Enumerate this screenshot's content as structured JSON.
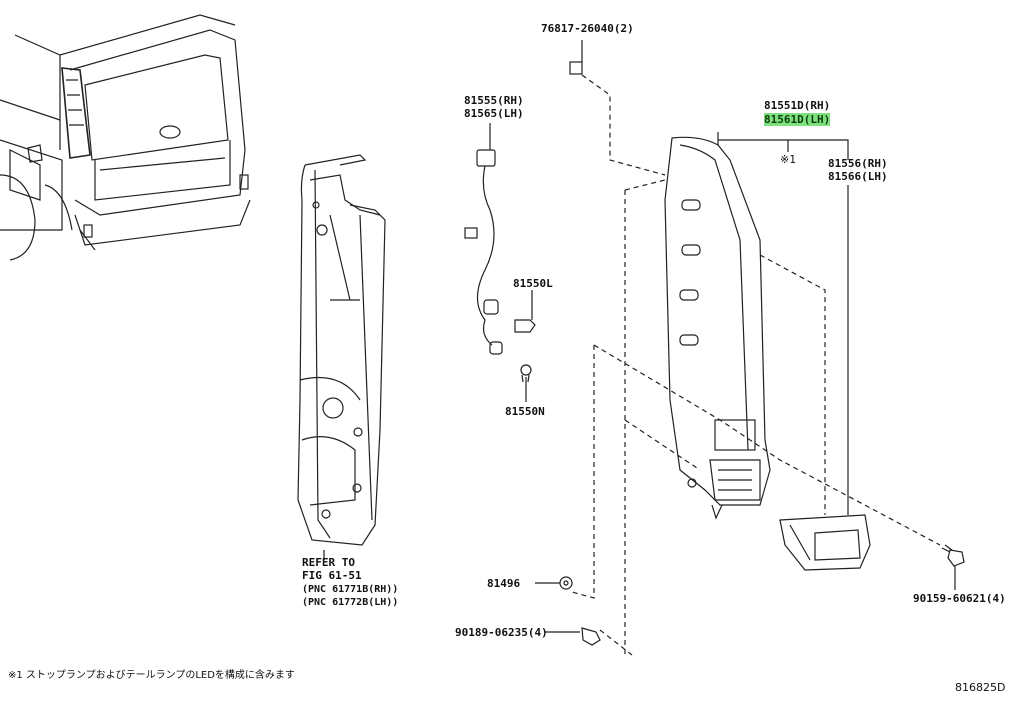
{
  "labels": {
    "clip": "76817-26040(2)",
    "socket_rh": "81555(RH)",
    "socket_lh": "81565(LH)",
    "bulb_l": "81550L",
    "bulb_n": "81550N",
    "lamp_rh": "81551D(RH)",
    "lamp_lh": "81561D(LH)",
    "lamp_note_mark": "※1",
    "lens_rh": "81556(RH)",
    "lens_lh": "81566(LH)",
    "refer_1": "REFER TO",
    "refer_2": "FIG 61-51",
    "refer_3": "(PNC 61771B(RH))",
    "refer_4": "(PNC 61772B(LH))",
    "grommet": "81496",
    "screw_left": "90189-06235(4)",
    "screw_right": "90159-60621(4)"
  },
  "footnote": "※1 ストップランプおよびテールランプのLEDを構成に含みます",
  "figure_number": "816825D",
  "colors": {
    "line": "#222222",
    "highlight": "#7ee07e",
    "background": "#ffffff"
  }
}
